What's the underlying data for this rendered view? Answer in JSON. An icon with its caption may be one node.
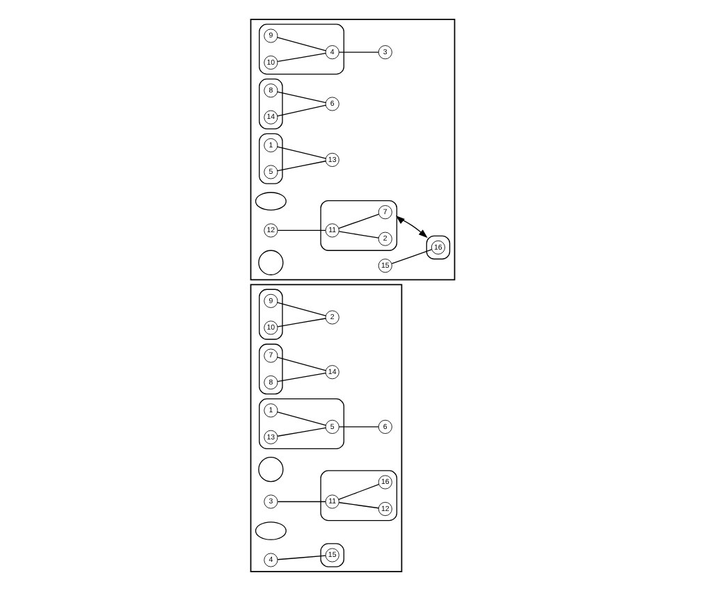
{
  "diagram": {
    "nodes": [
      {
        "text": [],
        "shape": "box"
      },
      {
        "text": [],
        "shape": "blob",
        "in": 0
      },
      {
        "text": [
          "10"
        ],
        "in": 1
      },
      {
        "text": [
          "9"
        ],
        "in": 1
      },
      {
        "text": [
          "2"
        ],
        "in": 0
      },
      {
        "text": [],
        "shape": "circle",
        "in": 0
      },
      {
        "text": [],
        "shape": "blob",
        "in": 0
      },
      {
        "text": [
          "8"
        ],
        "in": 6
      },
      {
        "text": [
          "7"
        ],
        "in": 6
      },
      {
        "text": [
          "14"
        ],
        "in": 0
      },
      {
        "text": [],
        "shape": "blob",
        "in": 0
      },
      {
        "text": [
          "3"
        ],
        "in": 0
      },
      {
        "text": [
          "11"
        ],
        "in": 10
      },
      {
        "text": [
          "12"
        ],
        "in": 10
      },
      {
        "text": [
          "16"
        ],
        "in": 10
      },
      {
        "text": [],
        "shape": "blob",
        "in": 0
      },
      {
        "text": [
          "1"
        ],
        "in": 15
      },
      {
        "text": [
          "13"
        ],
        "in": 15
      },
      {
        "text": [
          "5"
        ],
        "in": 15
      },
      {
        "text": [
          "6"
        ],
        "in": 0
      },
      {
        "text": [],
        "shape": "ellipse",
        "in": 0
      },
      {
        "text": [],
        "shape": "blob",
        "in": 0
      },
      {
        "text": [
          "4"
        ],
        "in": 0
      },
      {
        "text": [
          "15"
        ],
        "in": 21
      },
      {
        "text": [],
        "shape": "box"
      },
      {
        "text": [],
        "shape": "blob",
        "in": 24
      },
      {
        "text": [
          "9"
        ],
        "in": 25
      },
      {
        "text": [
          "10"
        ],
        "in": 25
      },
      {
        "text": [
          "4"
        ],
        "in": 25
      },
      {
        "text": [
          "3"
        ],
        "in": 24
      },
      {
        "text": [],
        "shape": "ellipse",
        "in": 24
      },
      {
        "text": [],
        "shape": "blob",
        "in": 24
      },
      {
        "text": [
          "12"
        ],
        "in": 24
      },
      {
        "text": [
          "11"
        ],
        "in": 31
      },
      {
        "text": [
          "2"
        ],
        "in": 31
      },
      {
        "text": [
          "7"
        ],
        "in": 31
      },
      {
        "text": [],
        "shape": "blob",
        "in": 24
      },
      {
        "text": [
          "14"
        ],
        "in": 36
      },
      {
        "text": [
          "8"
        ],
        "in": 36
      },
      {
        "text": [
          "6"
        ],
        "in": 24
      },
      {
        "text": [],
        "shape": "circle",
        "in": 24
      },
      {
        "text": [],
        "shape": "blob",
        "in": 24
      },
      {
        "text": [
          "5"
        ],
        "in": 41
      },
      {
        "text": [
          "1"
        ],
        "in": 41
      },
      {
        "text": [
          "13"
        ],
        "in": 24
      },
      {
        "text": [],
        "shape": "blob",
        "in": 24
      },
      {
        "text": [
          "15"
        ],
        "in": 24
      },
      {
        "text": [
          "16"
        ],
        "in": 45
      }
    ],
    "edges": [
      {
        "from": 2,
        "to": 4,
        "arrow": "none"
      },
      {
        "from": 3,
        "to": 4,
        "arrow": "none"
      },
      {
        "from": 7,
        "to": 9,
        "arrow": "none"
      },
      {
        "from": 8,
        "to": 9,
        "arrow": "none"
      },
      {
        "from": 11,
        "to": 12,
        "arrow": "none"
      },
      {
        "from": 12,
        "to": 13,
        "arrow": "none"
      },
      {
        "from": 12,
        "to": 14,
        "arrow": "none"
      },
      {
        "from": 16,
        "to": 18,
        "arrow": "none"
      },
      {
        "from": 17,
        "to": 18,
        "arrow": "none"
      },
      {
        "from": 18,
        "to": 19,
        "arrow": "none"
      },
      {
        "from": 22,
        "to": 23,
        "arrow": "none"
      },
      {
        "from": 26,
        "to": 28,
        "arrow": "none"
      },
      {
        "from": 27,
        "to": 28,
        "arrow": "none"
      },
      {
        "from": 28,
        "to": 29,
        "arrow": "none"
      },
      {
        "from": 32,
        "to": 33,
        "arrow": "none"
      },
      {
        "from": 33,
        "to": 34,
        "arrow": "none"
      },
      {
        "from": 33,
        "to": 35,
        "arrow": "none"
      },
      {
        "from": 37,
        "to": 39,
        "arrow": "none"
      },
      {
        "from": 38,
        "to": 39,
        "arrow": "none"
      },
      {
        "from": 42,
        "to": 44,
        "arrow": "none"
      },
      {
        "from": 43,
        "to": 44,
        "arrow": "none"
      },
      {
        "from": 46,
        "to": 47,
        "arrow": "none"
      },
      {
        "from": 31,
        "to": 45,
        "arrow": "both"
      }
    ]
  }
}
